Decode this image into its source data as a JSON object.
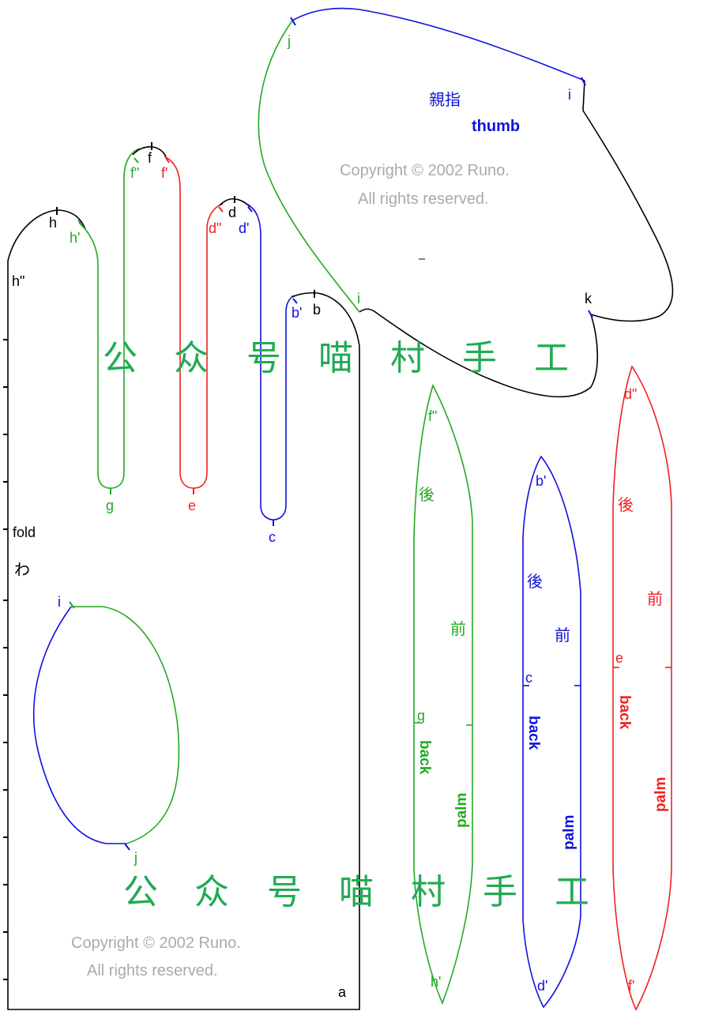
{
  "colors": {
    "black": "#000000",
    "green": "#22aa22",
    "red": "#ee2222",
    "blue": "#1111dd",
    "watermark": "#22aa55",
    "copyright": "#aaaaaa"
  },
  "thumb_piece": {
    "kanji": "親指",
    "label": "thumb",
    "copyright_line1": "Copyright © 2002 Runo.",
    "copyright_line2": "All rights reserved.",
    "points": [
      "j",
      "i",
      "i",
      "k"
    ]
  },
  "hand_piece": {
    "points": {
      "h_top": "h",
      "h_prime": "h'",
      "h_dbl": "h\"",
      "f_top": "f",
      "f_dbl": "f\"",
      "f_prime": "f'",
      "d_top": "d",
      "d_dbl": "d\"",
      "d_prime": "d'",
      "b_top": "b",
      "b_prime": "b'",
      "g": "g",
      "e": "e",
      "c": "c",
      "a": "a",
      "hole_i": "i",
      "hole_j": "j"
    },
    "fold_label": "fold",
    "fold_kana": "わ",
    "copyright_line1": "Copyright © 2002 Runo.",
    "copyright_line2": "All rights reserved."
  },
  "watermark": {
    "chars": [
      "公",
      "众",
      "号",
      "喵",
      "村",
      "手",
      "工"
    ]
  },
  "gussets": {
    "green": {
      "top": "f\"",
      "back_kanji": "後",
      "front_kanji": "前",
      "mid": "g",
      "back": "back",
      "palm": "palm",
      "bottom": "h'"
    },
    "blue": {
      "top": "b'",
      "back_kanji": "後",
      "front_kanji": "前",
      "mid": "c",
      "back": "back",
      "palm": "palm",
      "bottom": "d'"
    },
    "red": {
      "top": "d\"",
      "back_kanji": "後",
      "front_kanji": "前",
      "mid": "e",
      "back": "back",
      "palm": "palm",
      "bottom": "f'"
    }
  }
}
